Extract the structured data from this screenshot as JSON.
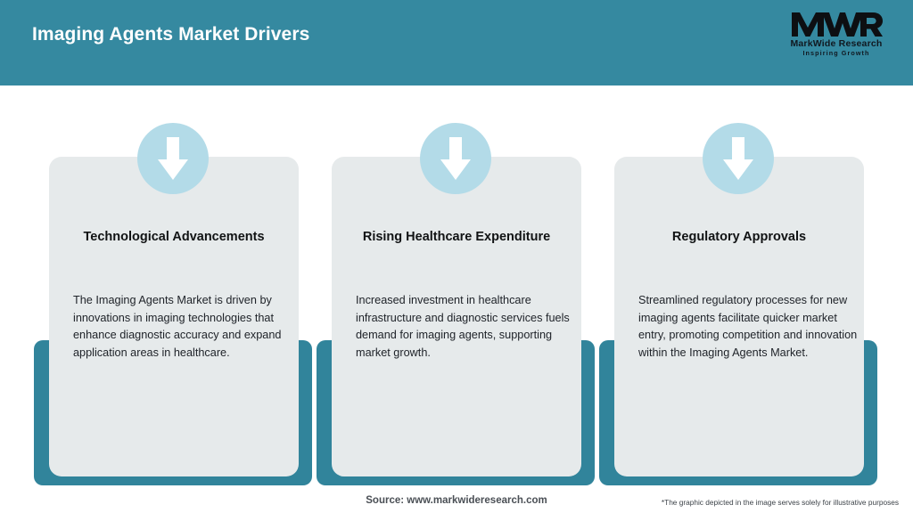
{
  "header": {
    "title": "Imaging Agents Market Drivers",
    "background_color": "#3589a0",
    "logo": {
      "mark": "MWR",
      "name": "MarkWide Research",
      "tagline": "Inspiring Growth"
    }
  },
  "theme": {
    "teal": "#31849b",
    "header_teal": "#3589a0",
    "badge_blue": "#b3dbe8",
    "panel_gray": "#e6eaeb",
    "title_color": "#111314",
    "body_color": "#20242a"
  },
  "cards": [
    {
      "icon": "down-arrow-icon",
      "title": "Technological Advancements",
      "body": "The Imaging Agents Market is driven by innovations in imaging technologies that enhance diagnostic accuracy and expand application areas in healthcare."
    },
    {
      "icon": "down-arrow-icon",
      "title": "Rising Healthcare Expenditure",
      "body": "Increased investment in healthcare infrastructure and diagnostic services fuels demand for imaging agents, supporting market growth."
    },
    {
      "icon": "down-arrow-icon",
      "title": "Regulatory Approvals",
      "body": "Streamlined regulatory processes for new imaging agents facilitate quicker market entry, promoting competition and innovation within the Imaging Agents Market."
    }
  ],
  "footer": {
    "source": "Source: www.markwideresearch.com",
    "disclaimer": "*The graphic depicted in the image serves solely for illustrative purposes"
  }
}
